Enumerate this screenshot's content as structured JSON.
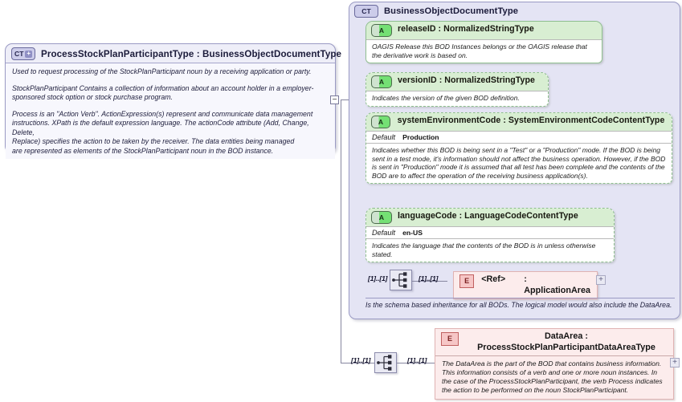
{
  "left_panel": {
    "icon": "complextype-icon",
    "icon_label": "CT",
    "has_expand": true,
    "title": "ProcessStockPlanParticipantType : BusinessObjectDocumentType",
    "doc_paragraphs": [
      "Used to request processing of the StockPlanParticipant noun by a receiving application or party.",
      "StockPlanParticipant  Contains a collection of information about an account holder in a employer-sponsored stock option or stock purchase program.",
      "Process is an \"Action Verb\". ActionExpression(s) represent and communicate data management instructions. XPath is the default expression language. The actionCode attribute (Add, Change, Delete,",
      "Replace) specifies the action to be taken by the receiver. The data entities being managed",
      "are represented as elements of the StockPlanParticipant noun in the BOD instance."
    ],
    "collapse_toggle": "−"
  },
  "right_panel": {
    "icon_label": "CT",
    "title": "BusinessObjectDocumentType",
    "footer": "Is the schema based inheritance for all BODs. The logical model would also include the DataArea.",
    "attributes": [
      {
        "icon_label": "A",
        "name": "releaseID : NormalizedStringType",
        "required": true,
        "default_label": null,
        "default_value": null,
        "doc": "OAGIS Release this BOD Instances belongs or the OAGIS release that the derivative work is based on."
      },
      {
        "icon_label": "A",
        "name": "versionID : NormalizedStringType",
        "required": false,
        "default_label": null,
        "default_value": null,
        "doc": "Indicates the version of the given BOD definition."
      },
      {
        "icon_label": "A",
        "name": "systemEnvironmentCode : SystemEnvironmentCodeContentType",
        "required": false,
        "default_label": "Default",
        "default_value": "Production",
        "doc": "Indicates whether this BOD is being sent in a \"Test\" or a \"Production\" mode. If the BOD is being sent in a test mode, it's information should not affect the business operation. However, if the BOD is sent in \"Production\" mode it is assumed that all test has been complete and the contents of the BOD are to affect the operation of the receiving business application(s)."
      },
      {
        "icon_label": "A",
        "name": "languageCode : LanguageCodeContentType",
        "required": false,
        "default_label": "Default",
        "default_value": "en-US",
        "doc": "Indicates the language that the contents of the BOD is in unless otherwise stated."
      }
    ],
    "sequence": {
      "icon": "sequence-icon",
      "left_cardinality": "[1]..[1]",
      "right_cardinality": "[1]..[1]"
    },
    "application_area": {
      "icon_label": "E",
      "ref_label": "<Ref>",
      "type_label": ": ApplicationArea",
      "expand": "+"
    }
  },
  "data_area_branch": {
    "left_cardinality": "[1]..[1]",
    "right_cardinality": "[1]..[1]",
    "sequence_icon": "sequence-icon",
    "element": {
      "icon_label": "E",
      "name": "DataArea : ProcessStockPlanParticipantDataAreaType",
      "doc": "The DataArea is the part of the BOD that contains business information. This information consists of a verb and one or more noun instances. In the case of the ProcessStockPlanParticipant, the verb Process indicates the action to be performed on the noun StockPlanParticipant.",
      "expand": "+"
    }
  },
  "colors": {
    "panel_bg": "#e4e4f4",
    "panel_border": "#9a9ac4",
    "attribute_bg": "#d8eed2",
    "attribute_border": "#8fbf8f",
    "element_bg": "#fcecec",
    "element_border": "#e0b3b3",
    "connector": "#86869f"
  }
}
